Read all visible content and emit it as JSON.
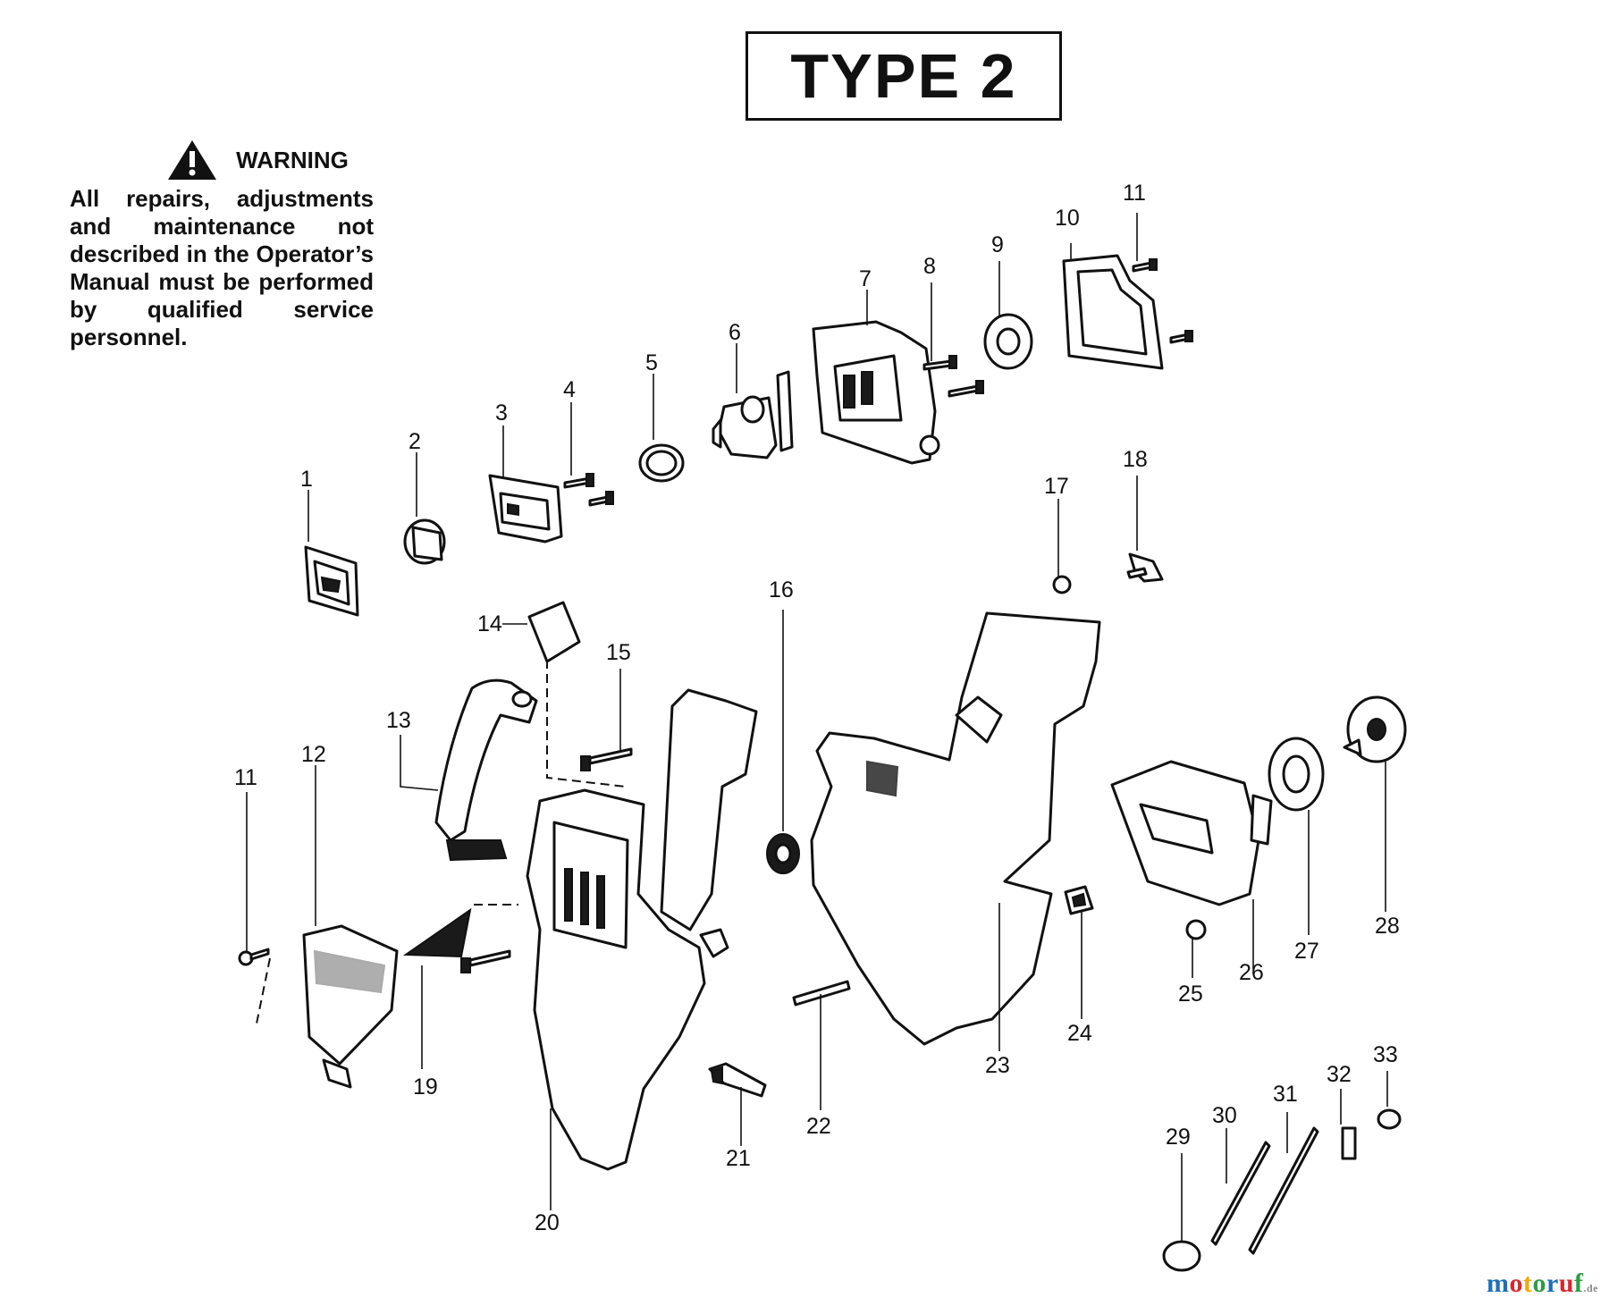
{
  "title": "TYPE 2",
  "warning": {
    "icon": "warning-triangle-icon",
    "heading": "WARNING",
    "body": "All repairs, adjustments and maintenance not described in the Operator’s Manual must be performed by qualified service personnel."
  },
  "callouts": [
    "1",
    "2",
    "3",
    "4",
    "5",
    "6",
    "7",
    "8",
    "9",
    "10",
    "11",
    "11",
    "12",
    "13",
    "14",
    "15",
    "16",
    "17",
    "18",
    "19",
    "20",
    "21",
    "22",
    "23",
    "24",
    "25",
    "26",
    "27",
    "28",
    "29",
    "30",
    "31",
    "32",
    "33"
  ],
  "watermark": {
    "letters": [
      "m",
      "o",
      "t",
      "o",
      "r",
      "u",
      "f"
    ],
    "letter_colors": [
      "#1f6fb5",
      "#d9282f",
      "#f2a900",
      "#2e9e44",
      "#1f6fb5",
      "#d9282f",
      "#2e9e44"
    ],
    "suffix": ".de"
  }
}
